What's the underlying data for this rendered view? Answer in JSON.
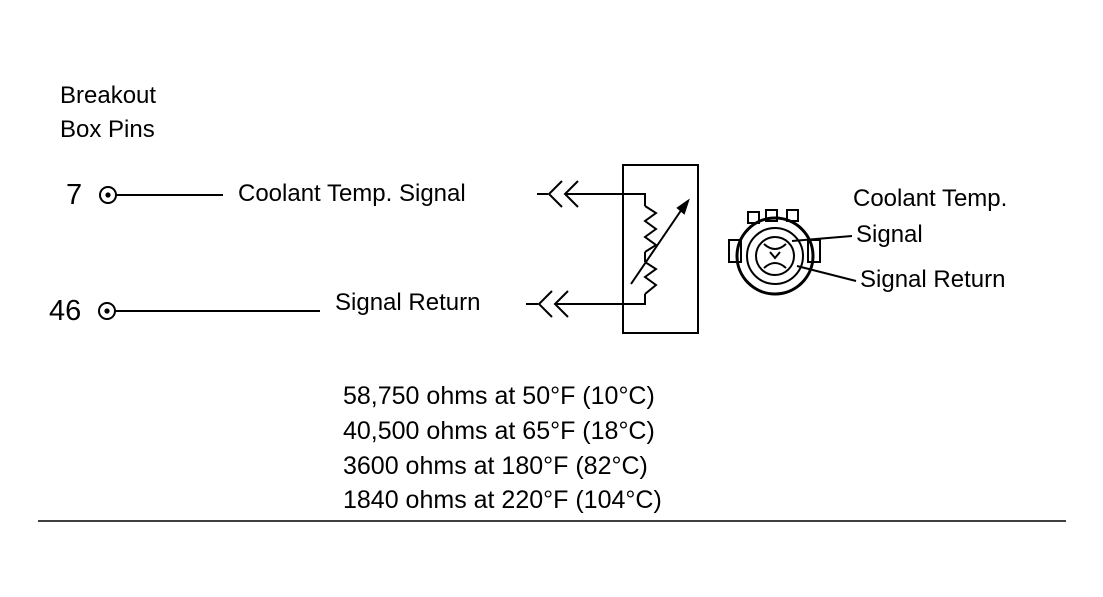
{
  "header": {
    "line1": "Breakout",
    "line2": "Box Pins"
  },
  "pins": [
    {
      "number": "7",
      "label": "Coolant Temp. Signal"
    },
    {
      "number": "46",
      "label": "Signal Return"
    }
  ],
  "connector": {
    "title": "Coolant Temp.",
    "signal_label": "Signal",
    "return_label": "Signal Return"
  },
  "resistance_table": [
    "58,750 ohms at 50°F (10°C)",
    "40,500 ohms at 65°F (18°C)",
    "3600 ohms at 180°F (82°C)",
    "1840 ohms at 220°F (104°C)"
  ],
  "colors": {
    "ink": "#000000",
    "paper": "#ffffff"
  }
}
